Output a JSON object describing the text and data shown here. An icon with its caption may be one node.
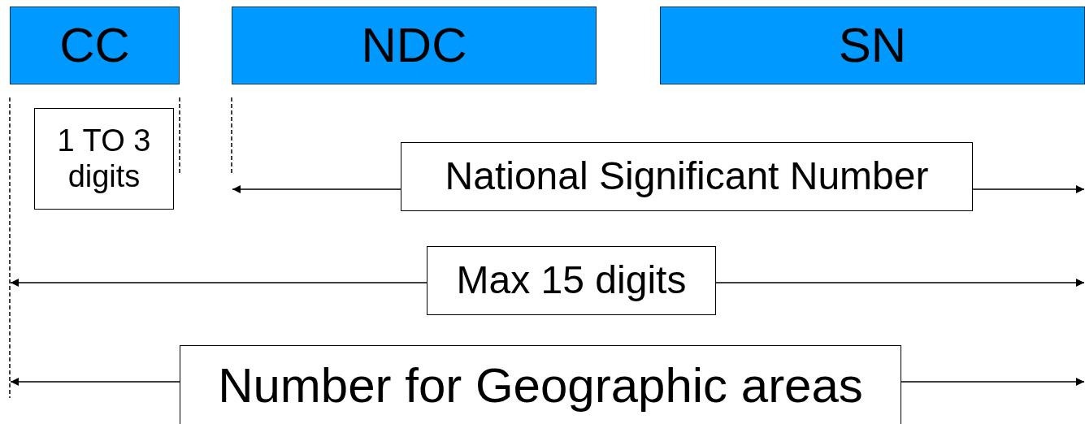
{
  "diagram": {
    "nodes": [
      {
        "text": [
          "CC"
        ]
      },
      {
        "text": [
          "NDC"
        ]
      },
      {
        "text": [
          "SN"
        ]
      },
      {
        "text": [
          "1 TO 3 digits"
        ]
      },
      {
        "text": [
          "National Significant Number"
        ]
      },
      {
        "text": [
          "Max 15 digits"
        ]
      },
      {
        "text": [
          "Number for Geographic areas"
        ]
      }
    ]
  }
}
